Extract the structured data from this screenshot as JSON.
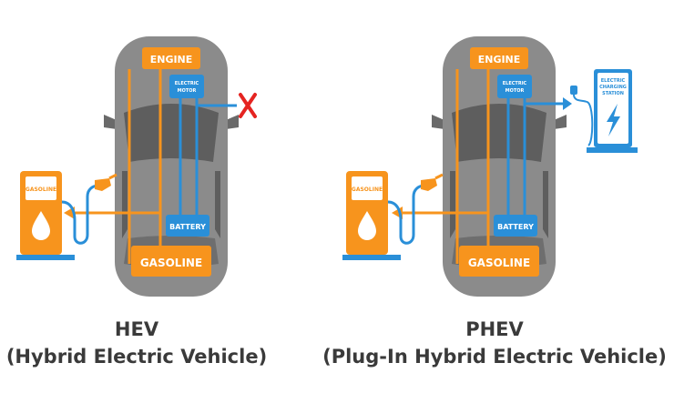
{
  "colors": {
    "orange": "#f7941d",
    "blue": "#2a8fd8",
    "car_body": "#8b8b8b",
    "car_dark": "#5e5e5e",
    "cross": "#e52421",
    "caption": "#3a3a3a"
  },
  "diagrams": [
    {
      "id": "hev",
      "engine_label": "ENGINE",
      "motor_label": [
        "ELECTRIC",
        "MOTOR"
      ],
      "battery_label": "BATTERY",
      "tank_label": "GASOLINE",
      "pump_label": "GASOLINE",
      "charger_blocked": true,
      "title": "HEV",
      "subtitle": "(Hybrid Electric Vehicle)"
    },
    {
      "id": "phev",
      "engine_label": "ENGINE",
      "motor_label": [
        "ELECTRIC",
        "MOTOR"
      ],
      "battery_label": "BATTERY",
      "tank_label": "GASOLINE",
      "pump_label": "GASOLINE",
      "charger_blocked": false,
      "station_label": [
        "ELECTRIC",
        "CHARGING",
        "STATION"
      ],
      "title": "PHEV",
      "subtitle": "(Plug-In Hybrid Electric Vehicle)"
    }
  ]
}
